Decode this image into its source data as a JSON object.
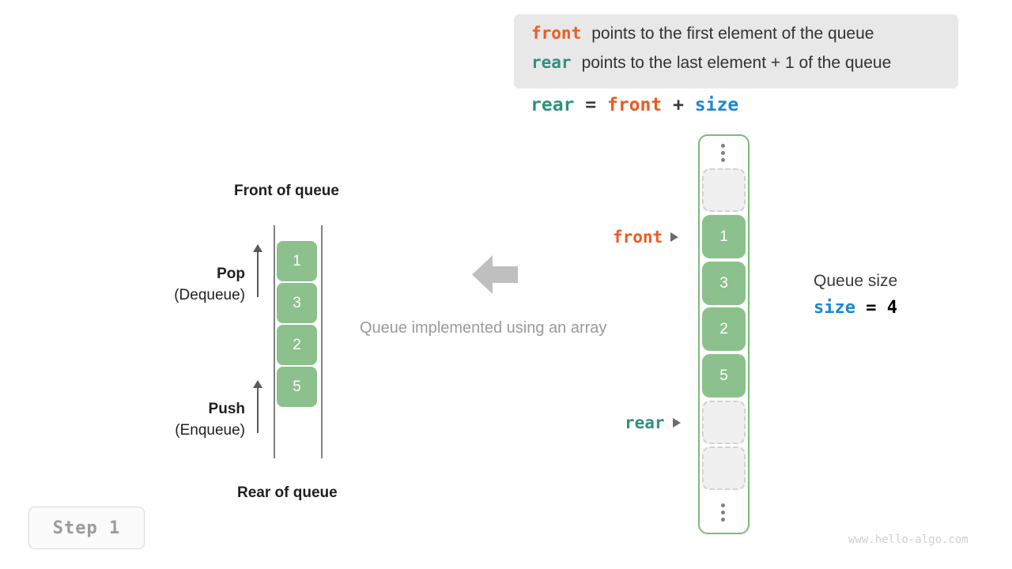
{
  "legend": {
    "lines": [
      {
        "keyword": "front",
        "text": "points to the first element of the queue",
        "color": "#ec5b21"
      },
      {
        "keyword": "rear",
        "text": "points to the last element + 1 of the queue",
        "color": "#2f9081"
      }
    ]
  },
  "formula": {
    "lhs": "rear",
    "eq": "=",
    "rhs1": "front",
    "plus": "+",
    "rhs2": "size"
  },
  "left_diagram": {
    "top_label": "Front of queue",
    "bottom_label": "Rear of queue",
    "cells": [
      "1",
      "3",
      "2",
      "5"
    ],
    "pop": {
      "title": "Pop",
      "sub": "(Dequeue)"
    },
    "push": {
      "title": "Push",
      "sub": "(Enqueue)"
    }
  },
  "middle": {
    "caption": "Queue implemented using an array",
    "arrow_icon": "arrow-left-icon"
  },
  "array": {
    "top_ellipsis": "vertical-ellipsis-icon",
    "bottom_ellipsis": "vertical-ellipsis-icon",
    "slots": [
      {
        "kind": "empty",
        "value": ""
      },
      {
        "kind": "filled",
        "value": "1"
      },
      {
        "kind": "filled",
        "value": "3"
      },
      {
        "kind": "filled",
        "value": "2"
      },
      {
        "kind": "filled",
        "value": "5"
      },
      {
        "kind": "empty",
        "value": ""
      },
      {
        "kind": "empty",
        "value": ""
      }
    ]
  },
  "pointers": {
    "front": "front",
    "rear": "rear"
  },
  "size_note": {
    "title": "Queue size",
    "keyword": "size",
    "eq": "=",
    "value": "4"
  },
  "step_badge": "Step 1",
  "watermark": "www.hello-algo.com",
  "colors": {
    "front": "#ec5b21",
    "rear": "#2f9081",
    "size": "#1c86d6",
    "cell_green": "#8cc08c",
    "array_border": "#7cb97c",
    "legend_bg": "#e8e8e8",
    "muted": "#9a9a9a"
  }
}
